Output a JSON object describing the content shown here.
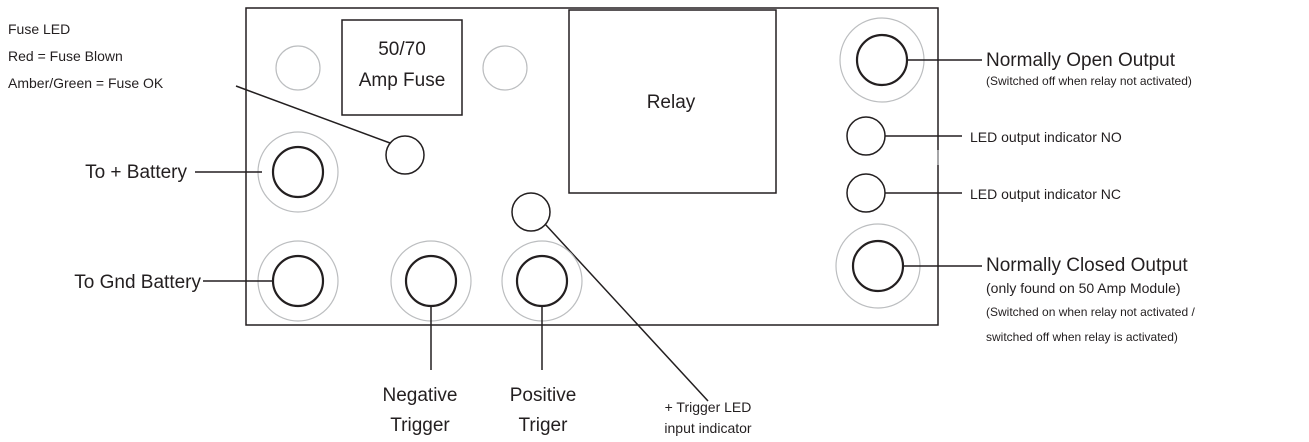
{
  "fuse_led_note": {
    "line1": "Fuse LED",
    "line2": "Red = Fuse Blown",
    "line3": "Amber/Green = Fuse OK"
  },
  "fuse_box": {
    "line1": "50/70",
    "line2": "Amp Fuse"
  },
  "relay_box": {
    "label": "Relay"
  },
  "labels": {
    "to_positive_battery": "To + Battery",
    "to_gnd_battery": "To Gnd Battery",
    "negative_trigger": {
      "line1": "Negative",
      "line2": "Trigger"
    },
    "positive_trigger": {
      "line1": "Positive",
      "line2": "Triger"
    },
    "trigger_led": {
      "line1": "+ Trigger LED",
      "line2": "input indicator"
    },
    "normally_open": {
      "title": "Normally Open Output",
      "note": "(Switched off when relay not activated)"
    },
    "led_no": "LED output indicator  NO",
    "led_nc": "LED output indicator  NC",
    "normally_closed": {
      "title": "Normally Closed Output",
      "note1": "(only found on 50 Amp Module)",
      "note2": "(Switched on when relay not activated /",
      "note3": "switched off when relay is activated)"
    }
  },
  "colors": {
    "ink": "#231f20",
    "ring": "#bcbec0",
    "background": "#ffffff"
  }
}
